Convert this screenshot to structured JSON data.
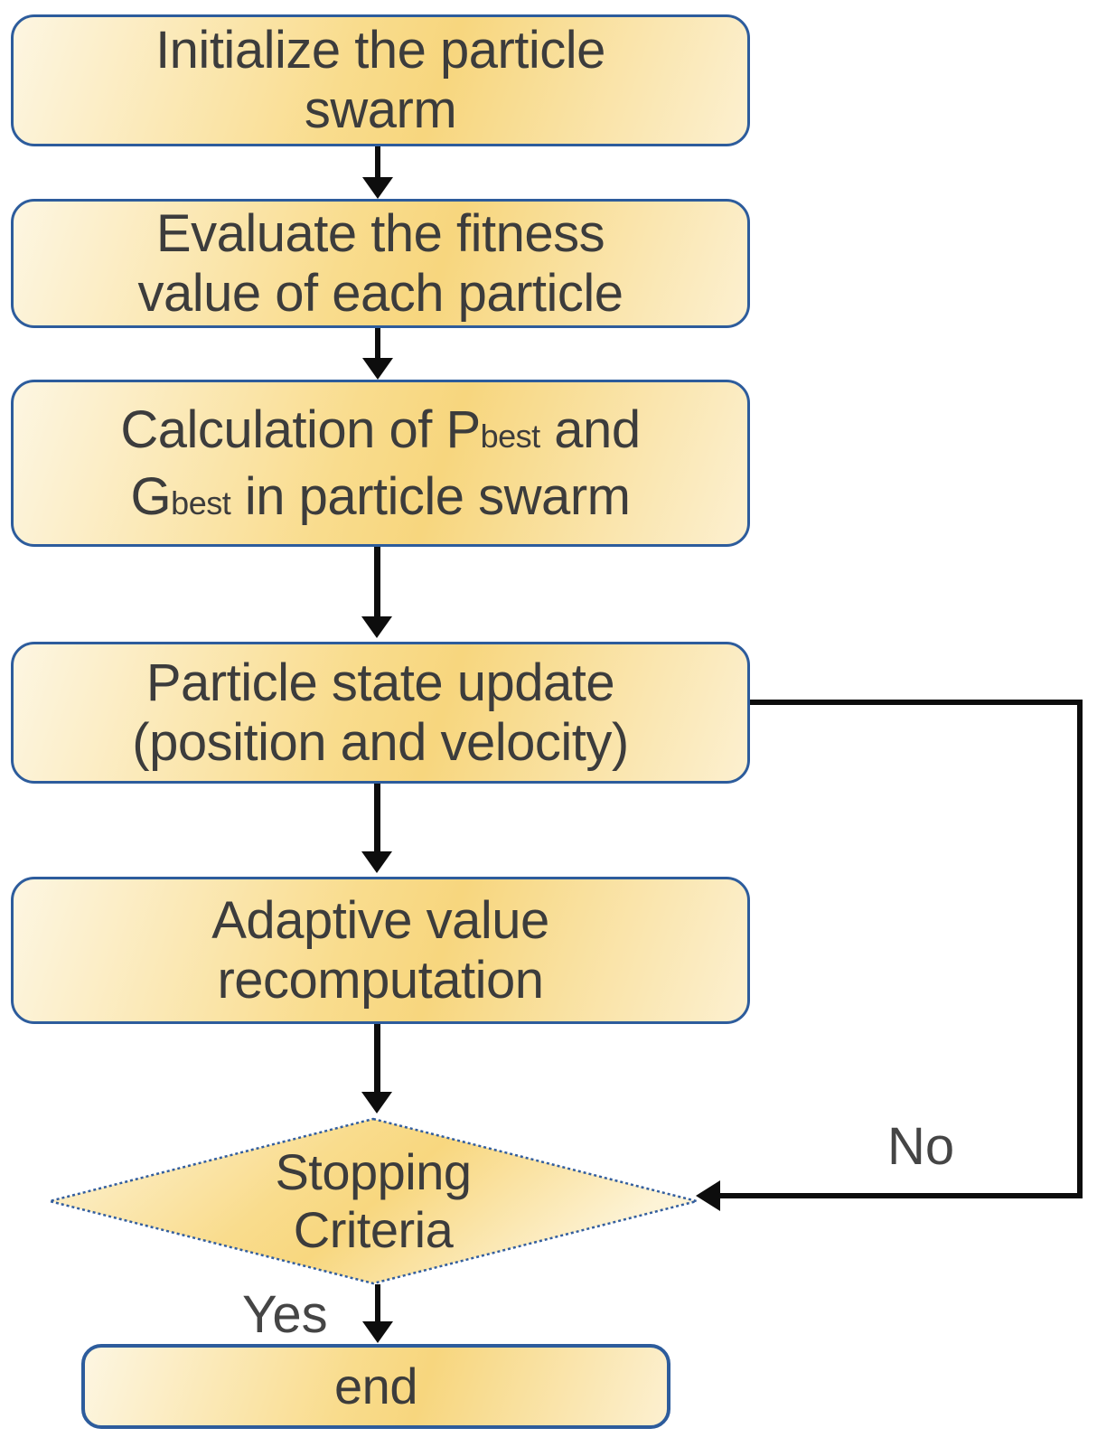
{
  "diagram": {
    "type": "flowchart",
    "topic": "particle-swarm-optimization",
    "nodes": [
      {
        "id": "initialize",
        "shape": "rounded-rect",
        "lines": [
          "Initialize the particle",
          "swarm"
        ]
      },
      {
        "id": "evaluate",
        "shape": "rounded-rect",
        "lines": [
          "Evaluate the fitness",
          "value of each particle"
        ]
      },
      {
        "id": "calc-best",
        "shape": "rounded-rect",
        "rich": {
          "l1_pre": "Calculation of P",
          "l1_sub": "best",
          "l1_post": " and",
          "l2_pre": "G",
          "l2_sub": "best",
          "l2_post": " in particle swarm"
        }
      },
      {
        "id": "update",
        "shape": "rounded-rect",
        "lines": [
          "Particle state update",
          "(position and velocity)"
        ]
      },
      {
        "id": "adaptive",
        "shape": "rounded-rect",
        "lines": [
          "Adaptive value",
          "recomputation"
        ]
      },
      {
        "id": "stopping",
        "shape": "diamond",
        "lines": [
          "Stopping",
          "Criteria"
        ]
      },
      {
        "id": "end",
        "shape": "rounded-rect",
        "lines": [
          "end"
        ]
      }
    ],
    "edges": [
      {
        "from": "initialize",
        "to": "evaluate"
      },
      {
        "from": "evaluate",
        "to": "calc-best"
      },
      {
        "from": "calc-best",
        "to": "update"
      },
      {
        "from": "update",
        "to": "adaptive"
      },
      {
        "from": "adaptive",
        "to": "stopping"
      },
      {
        "from": "stopping",
        "to": "end",
        "label": "Yes"
      },
      {
        "from": "stopping",
        "to": "update",
        "label": "No"
      }
    ],
    "edge_labels": {
      "yes": "Yes",
      "no": "No"
    },
    "colors": {
      "fill_light": "#fdf6e2",
      "fill_gold": "#f7d67e",
      "fill_pale": "#fcf0d0",
      "box_border": "#2d5c9c",
      "diamond_border": "#335e9e",
      "text": "#3c3c3c",
      "arrow": "#0d0d0d",
      "background": "#ffffff"
    }
  }
}
